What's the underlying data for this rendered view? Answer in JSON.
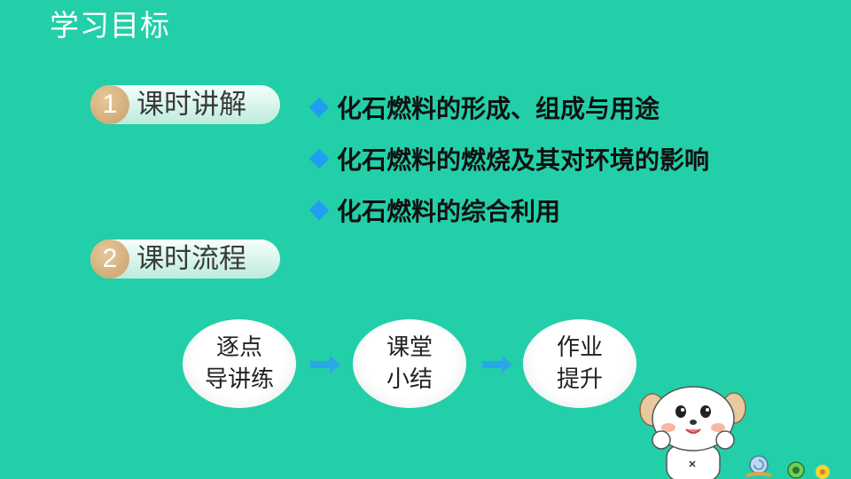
{
  "header": {
    "title": "学习目标"
  },
  "sections": [
    {
      "number": "1",
      "label": "课时讲解"
    },
    {
      "number": "2",
      "label": "课时流程"
    }
  ],
  "bullets": [
    "化石燃料的形成、组成与用途",
    "化石燃料的燃烧及其对环境的影响",
    "化石燃料的综合利用"
  ],
  "flow": [
    {
      "line1": "逐点",
      "line2": "导讲练"
    },
    {
      "line1": "课堂",
      "line2": "小结"
    },
    {
      "line1": "作业",
      "line2": "提升"
    }
  ],
  "colors": {
    "background": "#23cfa8",
    "bullet": "#1f9ff2",
    "badge": "#c9a06a",
    "arrow": "#2aa7e8"
  }
}
